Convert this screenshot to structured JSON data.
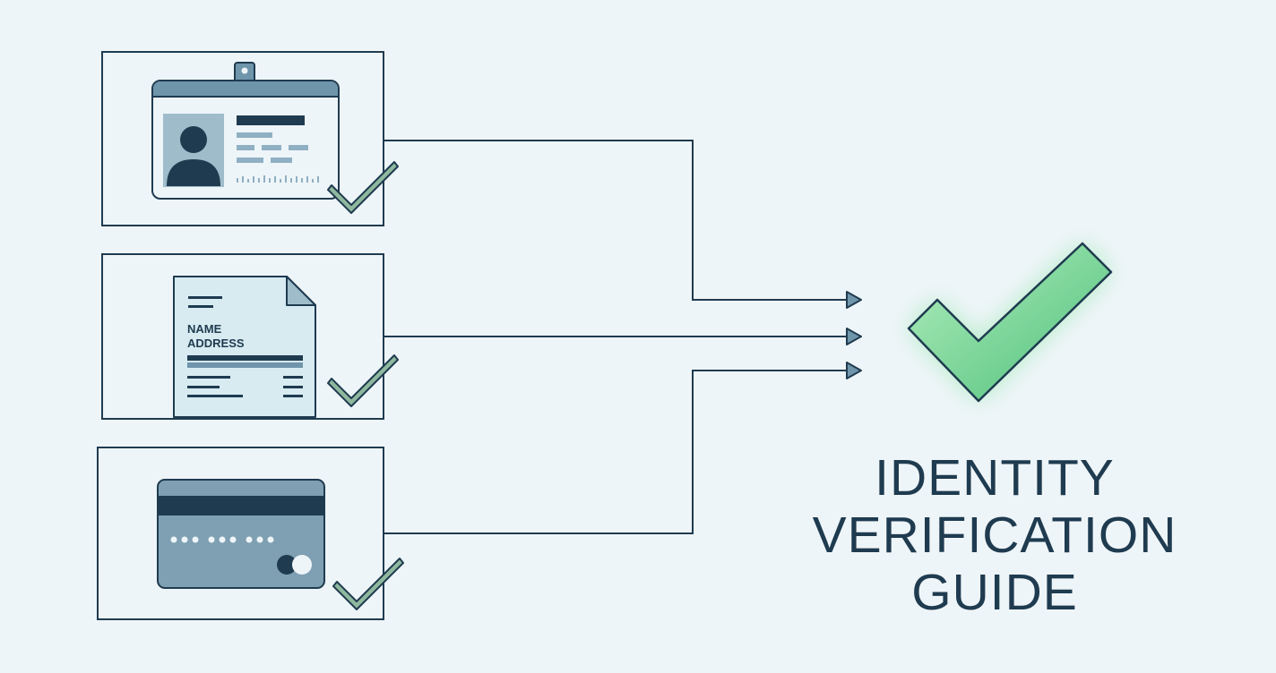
{
  "title": {
    "line1": "IDENTITY",
    "line2": "VERIFICATION",
    "line3": "GUIDE"
  },
  "documents": [
    {
      "icon": "id-card-icon"
    },
    {
      "icon": "address-document-icon",
      "field_name": "NAME",
      "field_address": "ADDRESS"
    },
    {
      "icon": "bank-card-icon"
    }
  ],
  "colors": {
    "background": "#eef5f8",
    "outline": "#1f3b50",
    "check_small": "#8fb89e",
    "check_large": "#5fcf88",
    "card_header": "#6f95ab",
    "document_fill": "#d7ebf1"
  }
}
